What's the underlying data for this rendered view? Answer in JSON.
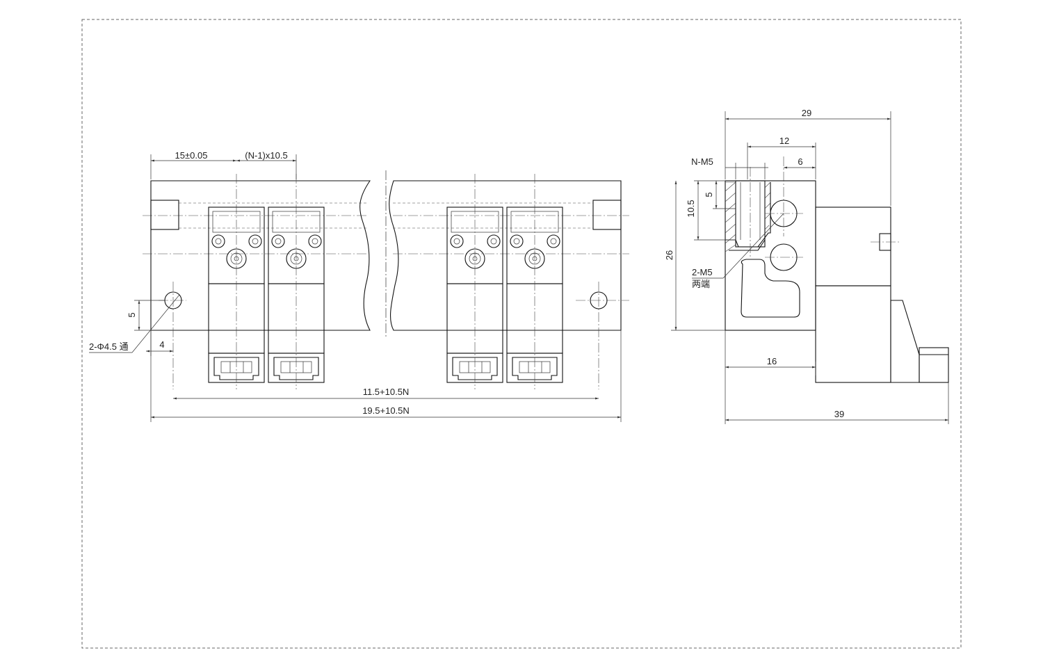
{
  "front_view": {
    "dim_pitch_first": "15±0.05",
    "dim_pitch_rest": "(N-1)x10.5",
    "dim_hole_offset": "5",
    "dim_hole_edge": "4",
    "dim_hole_span": "11.5+10.5N",
    "dim_total_length": "19.5+10.5N",
    "hole_callout": "2-Φ4.5 通"
  },
  "side_view": {
    "dim_width_top": "29",
    "dim_port_pitch": "12",
    "dim_port_offset": "6",
    "port_callout": "N-M5",
    "dim_port_depth": "5",
    "dim_port_height": "10.5",
    "dim_height": "26",
    "end_port_callout": "2-M5",
    "end_port_note": "两端",
    "dim_body_width": "16",
    "dim_total_width": "39"
  }
}
